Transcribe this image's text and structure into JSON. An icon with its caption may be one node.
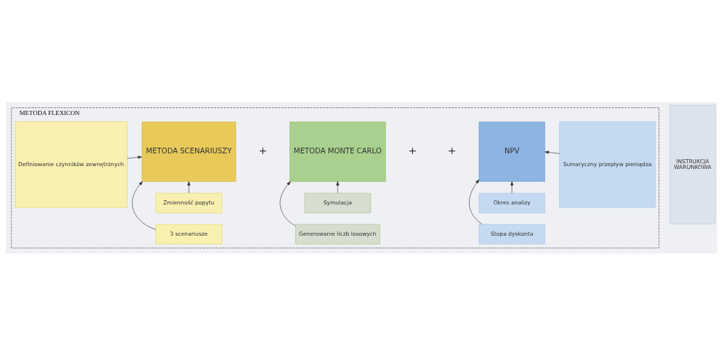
{
  "diagram": {
    "nodes": [
      {
        "text": [
          "METODA FLEXICON"
        ]
      },
      {
        "text": [
          "Definiowanie czynników zewnętrznych"
        ],
        "in": 0
      },
      {
        "text": [
          "Zmienność popytu"
        ],
        "in": 0
      },
      {
        "text": [
          "METODA SCENARIUSZY"
        ],
        "in": 0
      },
      {
        "text": [
          "3 scenariusze"
        ],
        "in": 0
      },
      {
        "text": [
          "Symulacja"
        ],
        "in": 0
      },
      {
        "text": [
          "METODA MONTE CARLO"
        ],
        "in": 0
      },
      {
        "text": [
          "Generowanie liczb losowych"
        ],
        "in": 0
      },
      {
        "text": [
          "INSTRUKCJA",
          "WARUNKOWA"
        ]
      },
      {
        "text": [
          "Okres analizy"
        ],
        "in": 0
      },
      {
        "text": [
          "NPV"
        ],
        "in": 0
      },
      {
        "text": [
          "Stopa dyskonta"
        ],
        "in": 0
      },
      {
        "text": [
          "Sumaryczny przepływ pieniądza"
        ],
        "in": 0
      }
    ],
    "edges": [
      {
        "from": 1,
        "to": 3,
        "arrow": "to"
      },
      {
        "from": 2,
        "to": 3,
        "arrow": "to"
      },
      {
        "from": 4,
        "to": 3,
        "arrow": "to"
      },
      {
        "from": 5,
        "to": 6,
        "arrow": "to"
      },
      {
        "from": 7,
        "to": 6,
        "arrow": "to"
      },
      {
        "from": 9,
        "to": 10,
        "arrow": "to"
      },
      {
        "from": 11,
        "to": 10,
        "arrow": "to"
      },
      {
        "from": 12,
        "to": 10,
        "arrow": "to"
      }
    ],
    "labels": [
      "+",
      "+",
      "+"
    ]
  }
}
